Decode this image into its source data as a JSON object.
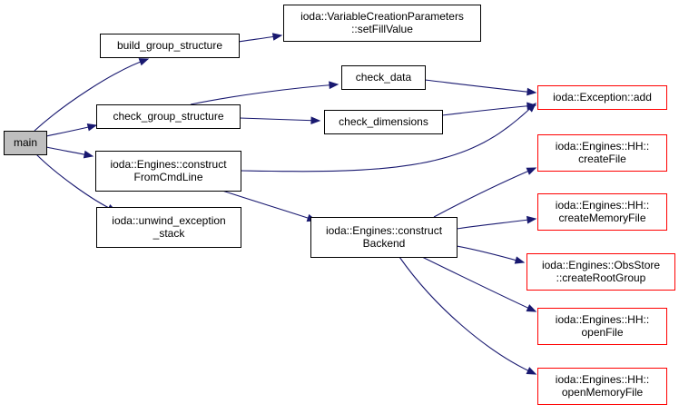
{
  "diagram": {
    "colors": {
      "edge": "#191970",
      "default_border": "#000000",
      "external_border": "#ff0000",
      "root_fill": "#bfbfbf",
      "node_fill": "#ffffff"
    },
    "nodes": [
      {
        "id": "main",
        "lines": [
          "main"
        ],
        "style": "root"
      },
      {
        "id": "build_group_structure",
        "lines": [
          "build_group_structure"
        ],
        "style": "default"
      },
      {
        "id": "check_group_structure",
        "lines": [
          "check_group_structure"
        ],
        "style": "default"
      },
      {
        "id": "construct_from_cmd_line",
        "lines": [
          "ioda::Engines::construct",
          "FromCmdLine"
        ],
        "style": "default"
      },
      {
        "id": "unwind_exception_stack",
        "lines": [
          "ioda::unwind_exception",
          "_stack"
        ],
        "style": "default"
      },
      {
        "id": "set_fill_value",
        "lines": [
          "ioda::VariableCreationParameters",
          "::setFillValue"
        ],
        "style": "default"
      },
      {
        "id": "check_data",
        "lines": [
          "check_data"
        ],
        "style": "default"
      },
      {
        "id": "check_dimensions",
        "lines": [
          "check_dimensions"
        ],
        "style": "default"
      },
      {
        "id": "construct_backend",
        "lines": [
          "ioda::Engines::construct",
          "Backend"
        ],
        "style": "default"
      },
      {
        "id": "exception_add",
        "lines": [
          "ioda::Exception::add"
        ],
        "style": "external"
      },
      {
        "id": "hh_create_file",
        "lines": [
          "ioda::Engines::HH::",
          "createFile"
        ],
        "style": "external"
      },
      {
        "id": "hh_create_memory_file",
        "lines": [
          "ioda::Engines::HH::",
          "createMemoryFile"
        ],
        "style": "external"
      },
      {
        "id": "obsstore_create_root_group",
        "lines": [
          "ioda::Engines::ObsStore",
          "::createRootGroup"
        ],
        "style": "external"
      },
      {
        "id": "hh_open_file",
        "lines": [
          "ioda::Engines::HH::",
          "openFile"
        ],
        "style": "external"
      },
      {
        "id": "hh_open_memory_file",
        "lines": [
          "ioda::Engines::HH::",
          "openMemoryFile"
        ],
        "style": "external"
      }
    ],
    "edges": [
      {
        "from": "main",
        "to": "build_group_structure"
      },
      {
        "from": "main",
        "to": "check_group_structure"
      },
      {
        "from": "main",
        "to": "construct_from_cmd_line"
      },
      {
        "from": "main",
        "to": "unwind_exception_stack"
      },
      {
        "from": "build_group_structure",
        "to": "set_fill_value"
      },
      {
        "from": "check_group_structure",
        "to": "check_data"
      },
      {
        "from": "check_group_structure",
        "to": "check_dimensions"
      },
      {
        "from": "check_data",
        "to": "exception_add"
      },
      {
        "from": "check_dimensions",
        "to": "exception_add"
      },
      {
        "from": "construct_from_cmd_line",
        "to": "exception_add"
      },
      {
        "from": "construct_from_cmd_line",
        "to": "construct_backend"
      },
      {
        "from": "construct_backend",
        "to": "hh_create_file"
      },
      {
        "from": "construct_backend",
        "to": "hh_create_memory_file"
      },
      {
        "from": "construct_backend",
        "to": "obsstore_create_root_group"
      },
      {
        "from": "construct_backend",
        "to": "hh_open_file"
      },
      {
        "from": "construct_backend",
        "to": "hh_open_memory_file"
      }
    ]
  }
}
